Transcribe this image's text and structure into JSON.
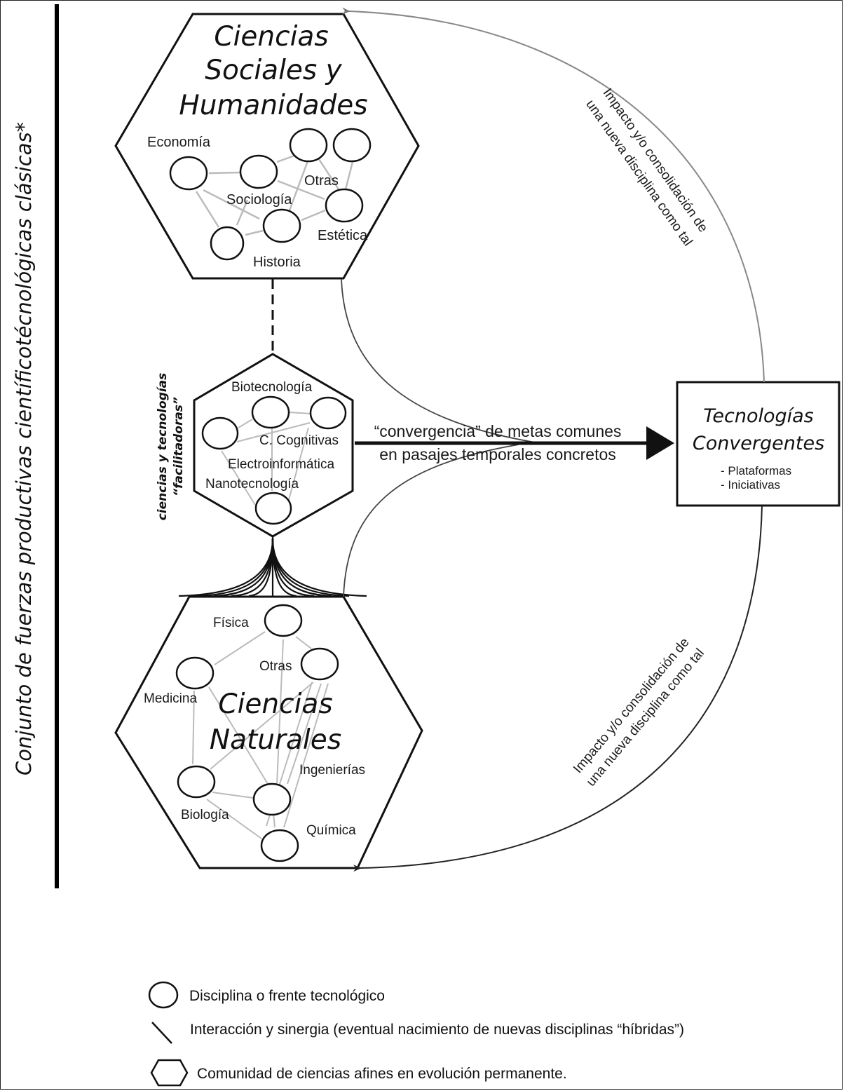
{
  "side_label": "Conjunto de fuerzas productivas científicotécnológicas clásicas*",
  "hexagons": {
    "social": {
      "title_lines": [
        "Ciencias",
        "Sociales y",
        "Humanidades"
      ],
      "labels": [
        "Economía",
        "Sociología",
        "Otras",
        "Estética",
        "Historia"
      ]
    },
    "facilitators": {
      "side_label_lines": [
        "ciencias y tecnologías",
        "“facilitadoras”"
      ],
      "labels": [
        "Biotecnología",
        "C. Cognitivas",
        "Electroinformática",
        "Nanotecnología"
      ]
    },
    "natural": {
      "title_lines": [
        "Ciencias",
        "Naturales"
      ],
      "labels": [
        "Física",
        "Otras",
        "Medicina",
        "Ingenierías",
        "Biología",
        "Química"
      ]
    }
  },
  "convergence_arrow": {
    "lines": [
      "“convergencia” de metas comunes",
      "en pasajes temporales concretos"
    ]
  },
  "target_box": {
    "title_lines": [
      "Tecnologías",
      "Convergentes"
    ],
    "items": [
      "- Plataformas",
      "- Iniciativas"
    ]
  },
  "impact_label": {
    "upper_lines": [
      "Impacto y/o consolidación de",
      "una nueva disciplina como tal"
    ],
    "lower_lines": [
      "Impacto y/o consolidación de",
      "una nueva disciplina como tal"
    ]
  },
  "legend": {
    "items": [
      {
        "symbol": "circle-icon",
        "label": "Disciplina o frente tecnológico"
      },
      {
        "symbol": "line-icon",
        "label": "Interacción y sinergia (eventual nacimiento de nuevas disciplinas “híbridas”)"
      },
      {
        "symbol": "hexagon-icon",
        "label": "Comunidad de ciencias afines en evolución permanente."
      }
    ]
  }
}
